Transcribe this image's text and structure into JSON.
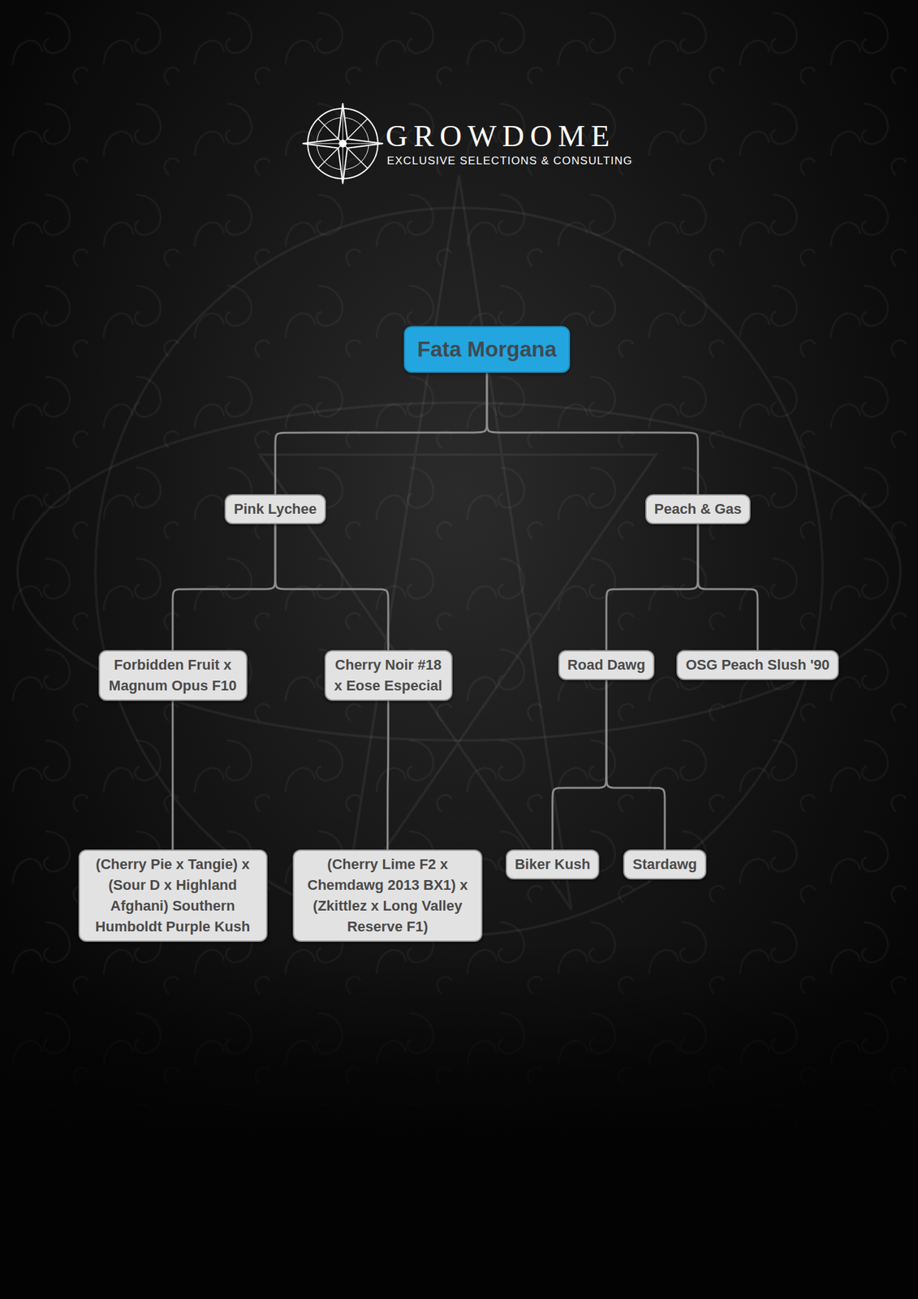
{
  "diagram": {
    "nodes": [
      {
        "text": [
          "Fata Morgana"
        ]
      },
      {
        "text": [
          "Pink Lychee"
        ]
      },
      {
        "text": [
          "Peach & Gas"
        ]
      },
      {
        "text": [
          "Forbidden Fruit x Magnum Opus F10"
        ]
      },
      {
        "text": [
          "Cherry Noir #18 x Eose Especial"
        ]
      },
      {
        "text": [
          "Road Dawg"
        ]
      },
      {
        "text": [
          "OSG Peach Slush '90"
        ]
      },
      {
        "text": [
          "(Cherry Pie x Tangie) x (Sour D x Highland Afghani) Southern Humboldt Purple Kush"
        ]
      },
      {
        "text": [
          "(Cherry Lime F2 x Chemdawg 2013 BX1) x (Zkittlez x Long Valley Reserve F1)"
        ]
      },
      {
        "text": [
          "Biker Kush"
        ]
      },
      {
        "text": [
          "Stardawg"
        ]
      }
    ],
    "edges": [
      {
        "from": 0,
        "to": 1,
        "arrow": "none"
      },
      {
        "from": 0,
        "to": 2,
        "arrow": "none"
      },
      {
        "from": 1,
        "to": 3,
        "arrow": "none"
      },
      {
        "from": 1,
        "to": 4,
        "arrow": "none"
      },
      {
        "from": 2,
        "to": 5,
        "arrow": "none"
      },
      {
        "from": 2,
        "to": 6,
        "arrow": "none"
      },
      {
        "from": 3,
        "to": 7,
        "arrow": "none"
      },
      {
        "from": 4,
        "to": 8,
        "arrow": "none"
      },
      {
        "from": 5,
        "to": 9,
        "arrow": "none"
      },
      {
        "from": 5,
        "to": 10,
        "arrow": "none"
      }
    ],
    "labels": [
      "GROWDOME",
      "EXCLUSIVE SELECTIONS & CONSULTING"
    ]
  }
}
